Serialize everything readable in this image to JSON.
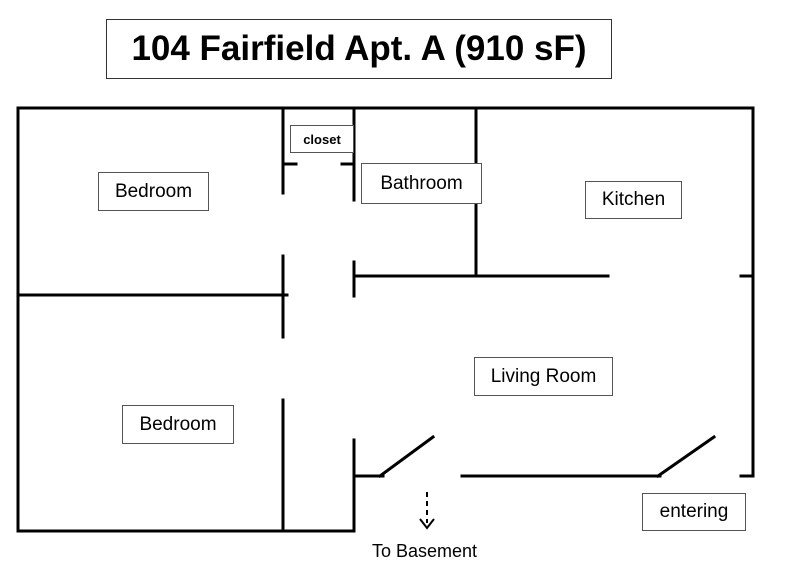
{
  "title": "104 Fairfield Apt. A (910 sF)",
  "rooms": {
    "bedroom_top": "Bedroom",
    "bedroom_bottom": "Bedroom",
    "closet": "closet",
    "bathroom": "Bathroom",
    "kitchen": "Kitchen",
    "living_room": "Living Room",
    "entering": "entering",
    "to_basement": "To Basement"
  }
}
